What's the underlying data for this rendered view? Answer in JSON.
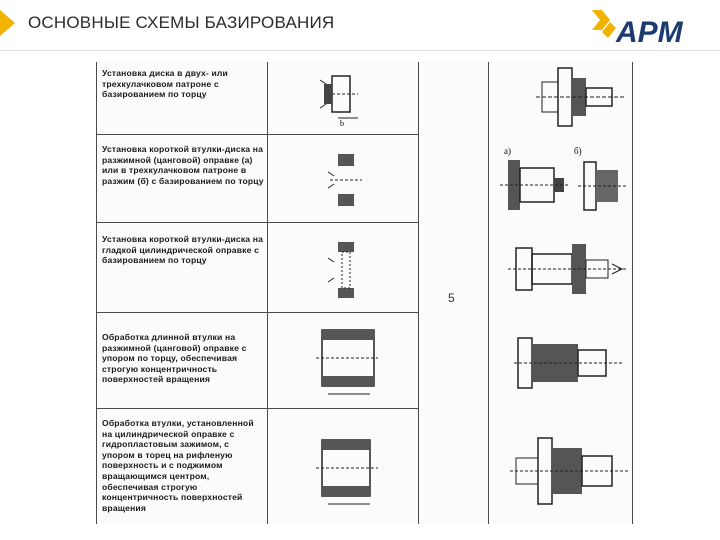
{
  "header": {
    "title": "ОСНОВНЫЕ СХЕМЫ БАЗИРОВАНИЯ",
    "logo_text": "АРМ"
  },
  "page_number": "5",
  "rows": [
    {
      "text": "Установка диска в двух- или трехкулачковом патроне с базированием по торцу"
    },
    {
      "text": "Установка короткой втулки-диска на разжимной (цанговой) оправке (а) или в трехкулачковом патроне в разжим (б) с базированием по торцу",
      "labels": [
        "а)",
        "б)"
      ]
    },
    {
      "text": "Установка короткой втулки-диска на гладкой цилиндрической оправке с базированием по торцу"
    },
    {
      "text": "Обработка длинной втулки на разжимной (цанговой) оправке с упором по торцу, обеспечивая строгую концентричность поверхностей вращения"
    },
    {
      "text": "Обработка втулки, установленной на цилиндрической оправке с гидропластовым зажимом, с упором в торец на рифленую поверхность и с поджимом вращающимся центром, обеспечивая строгую концентричность поверхностей вращения"
    }
  ],
  "colors": {
    "accent": "#f2b200",
    "logo_dark": "#1d3b6e",
    "line": "#4a4a4a"
  }
}
